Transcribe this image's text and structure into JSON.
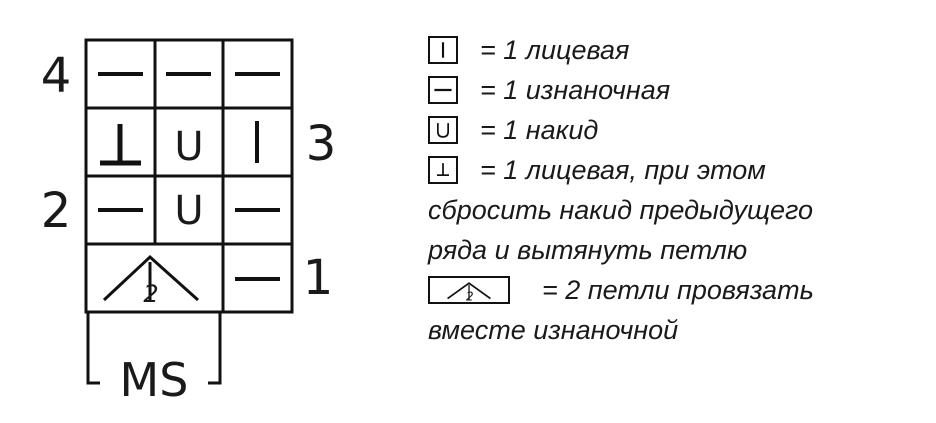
{
  "chart": {
    "row_numbers": [
      "4",
      "3",
      "2",
      "1"
    ],
    "bracket_label": "MS",
    "rows": [
      [
        "knit-purl",
        "knit-purl",
        "knit-purl"
      ],
      [
        "knit-drop-yo",
        "yarn-over",
        "knit"
      ],
      [
        "knit-purl",
        "yarn-over",
        "knit-purl"
      ],
      [
        "purl-2-together",
        "purl-2-together",
        "knit-purl"
      ]
    ],
    "p2tog_number": "2"
  },
  "legend": {
    "knit_text": "= 1 лицевая",
    "purl_text": "= 1 изнаночная",
    "yo_text": "= 1 накид",
    "special_text_line1": "= 1 лицевая, при этом",
    "special_text_line2": "сбросить накид предыдущего",
    "special_text_line3": "ряда и вытянуть петлю",
    "p2tog_text_line1": "= 2 петли провязать",
    "p2tog_text_line2": "вместе изнаночной",
    "p2tog_number": "2"
  }
}
